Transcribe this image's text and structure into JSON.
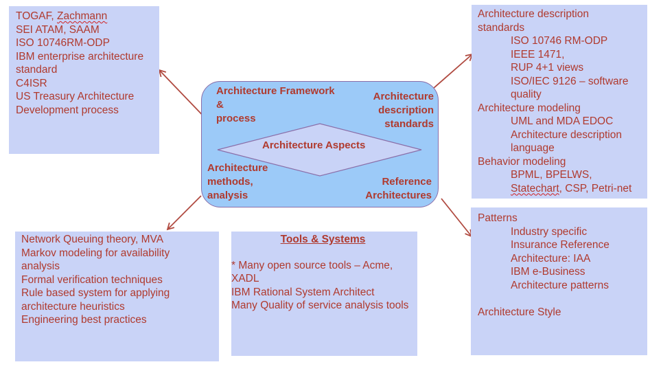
{
  "colors": {
    "text": "#b03a2e",
    "box_fill": "#c9d3f7",
    "center_fill": "#9ccaf8",
    "diamond_fill": "#c9d3f7",
    "diamond_stroke": "#8a6ea8",
    "arrow": "#b04a40"
  },
  "top_left": {
    "lines": [
      {
        "text": "TOGAF, "
      },
      {
        "text": "SEI ATAM, SAAM"
      },
      {
        "text": "ISO 10746RM-ODP"
      },
      {
        "text": "IBM enterprise architecture"
      },
      {
        "text": "standard"
      },
      {
        "text": "C4ISR"
      },
      {
        "text": "US Treasury Architecture"
      },
      {
        "text": "Development process"
      }
    ],
    "zachmann": "Zachmann"
  },
  "top_right": {
    "lines": [
      {
        "text": "Architecture description",
        "indent": false
      },
      {
        "text": "standards",
        "indent": false
      },
      {
        "text": "ISO 10746 RM-ODP",
        "indent": true
      },
      {
        "text": "IEEE 1471,",
        "indent": true
      },
      {
        "text": "RUP 4+1 views",
        "indent": true
      },
      {
        "text": "ISO/IEC 9126 – software",
        "indent": true
      },
      {
        "text": "quality",
        "indent": true
      },
      {
        "text": "Architecture modeling",
        "indent": false
      },
      {
        "text": "UML and MDA EDOC",
        "indent": true
      },
      {
        "text": "Architecture description",
        "indent": true
      },
      {
        "text": "language",
        "indent": true
      },
      {
        "text": "Behavior modeling",
        "indent": false
      },
      {
        "text": "BPML, BPELWS,",
        "indent": true
      }
    ],
    "statechart": "Statechart",
    "statechart_rest": ", CSP, Petri-net"
  },
  "bottom_left": {
    "lines": [
      "Network Queuing theory, MVA",
      "Markov modeling for availability",
      "analysis",
      "Formal verification techniques",
      "Rule based system for applying",
      "architecture heuristics",
      "Engineering best practices"
    ]
  },
  "bottom_center": {
    "title": "Tools & Systems",
    "lines": [
      "* Many open source tools – Acme,",
      "XADL",
      "IBM Rational System Architect",
      "Many Quality of service analysis tools"
    ]
  },
  "bottom_right": {
    "lines": [
      {
        "text": "Patterns",
        "indent": false
      },
      {
        "text": "Industry specific",
        "indent": true
      },
      {
        "text": "Insurance Reference",
        "indent": true
      },
      {
        "text": "Architecture: IAA",
        "indent": true
      },
      {
        "text": "IBM e-Business",
        "indent": true
      },
      {
        "text": "Architecture patterns",
        "indent": true
      },
      {
        "text": "",
        "indent": false
      },
      {
        "text": "Architecture Style",
        "indent": false
      }
    ]
  },
  "center": {
    "framework": [
      "Architecture Framework",
      "&",
      "process"
    ],
    "desc": [
      "Architecture",
      "description",
      "standards"
    ],
    "methods": [
      "Architecture",
      "methods,",
      "analysis"
    ],
    "ref": [
      "Reference",
      "Architectures"
    ],
    "aspects": "Architecture Aspects"
  }
}
